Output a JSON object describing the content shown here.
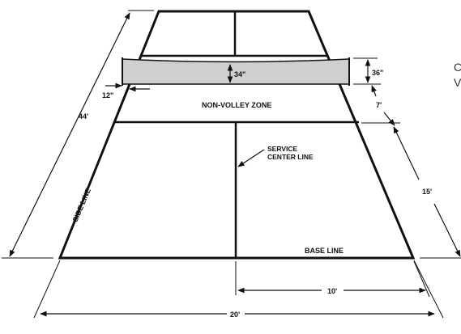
{
  "diagram": {
    "labels": {
      "net_height_center": "34\"",
      "net_height_post": "36\"",
      "post_offset": "12\"",
      "court_length": "44'",
      "kitchen_depth": "7'",
      "service_depth": "15'",
      "half_width": "10'",
      "court_width": "20'",
      "non_volley_zone": "NON-VOLLEY ZONE",
      "service_center_line_1": "SERVICE",
      "service_center_line_2": "CENTER LINE",
      "side_line": "SIDE LINE",
      "base_line": "BASE LINE",
      "edge_letter_1": "C",
      "edge_letter_2": "V"
    },
    "colors": {
      "line": "#111111",
      "net_fill": "#cfcfcf",
      "background": "#ffffff"
    }
  }
}
